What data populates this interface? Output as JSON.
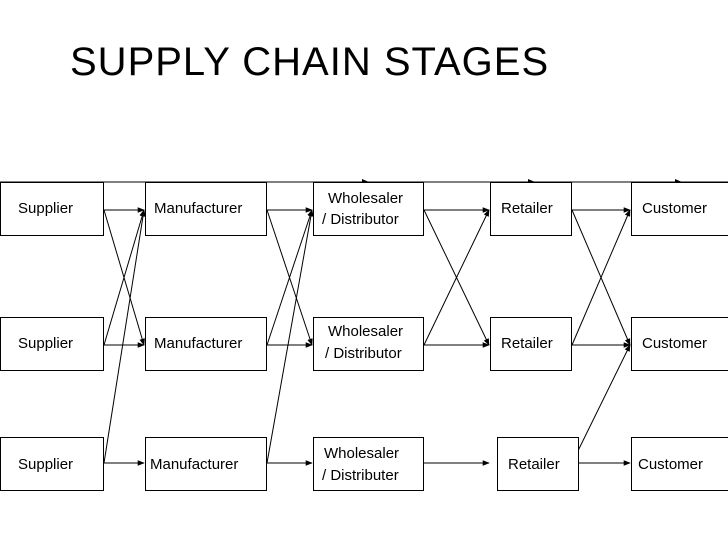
{
  "title": "SUPPLY CHAIN STAGES",
  "colors": {
    "line": "#000000",
    "box_border": "#000000",
    "background": "#ffffff"
  },
  "stages": {
    "suppliers": [
      "Supplier",
      "Supplier",
      "Supplier"
    ],
    "manufacturers": [
      "Manufacturer",
      "Manufacturer",
      "Manufacturer"
    ],
    "wholesalers": [
      {
        "line1": "Wholesaler",
        "line2": "/ Distributor"
      },
      {
        "line1": "Wholesaler",
        "line2": "/ Distributor"
      },
      {
        "line1": "Wholesaler",
        "line2": "/ Distributer"
      }
    ],
    "retailers": [
      "Retailer",
      "Retailer",
      "Retailer"
    ],
    "customers": [
      "Customer",
      "Customer",
      "Customer"
    ]
  }
}
